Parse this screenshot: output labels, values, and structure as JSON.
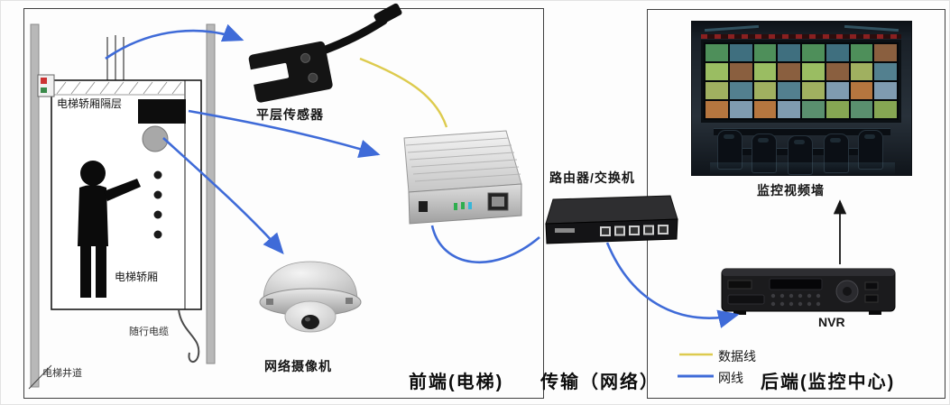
{
  "sections": {
    "front": "前端(电梯)",
    "transmission": "传输（网络）",
    "back": "后端(监控中心)"
  },
  "elevator": {
    "compartment_label": "电梯轿厢隔层",
    "car_label": "电梯轿厢",
    "cable_label": "随行电缆",
    "shaft_label": "电梯井道"
  },
  "devices": {
    "sensor": "平层传感器",
    "camera": "网络摄像机",
    "router": "路由器/交换机",
    "video_wall": "监控视频墙",
    "nvr": "NVR"
  },
  "legend": {
    "data_line_label": "数据线",
    "network_line_label": "网线",
    "data_line_color": "#ddcb4e",
    "network_line_color": "#3f6bd8"
  },
  "colors": {
    "arrow_blue": "#3f6bd8",
    "cable_yellow": "#ddcb4e",
    "panel_border": "#3f3f3f"
  }
}
